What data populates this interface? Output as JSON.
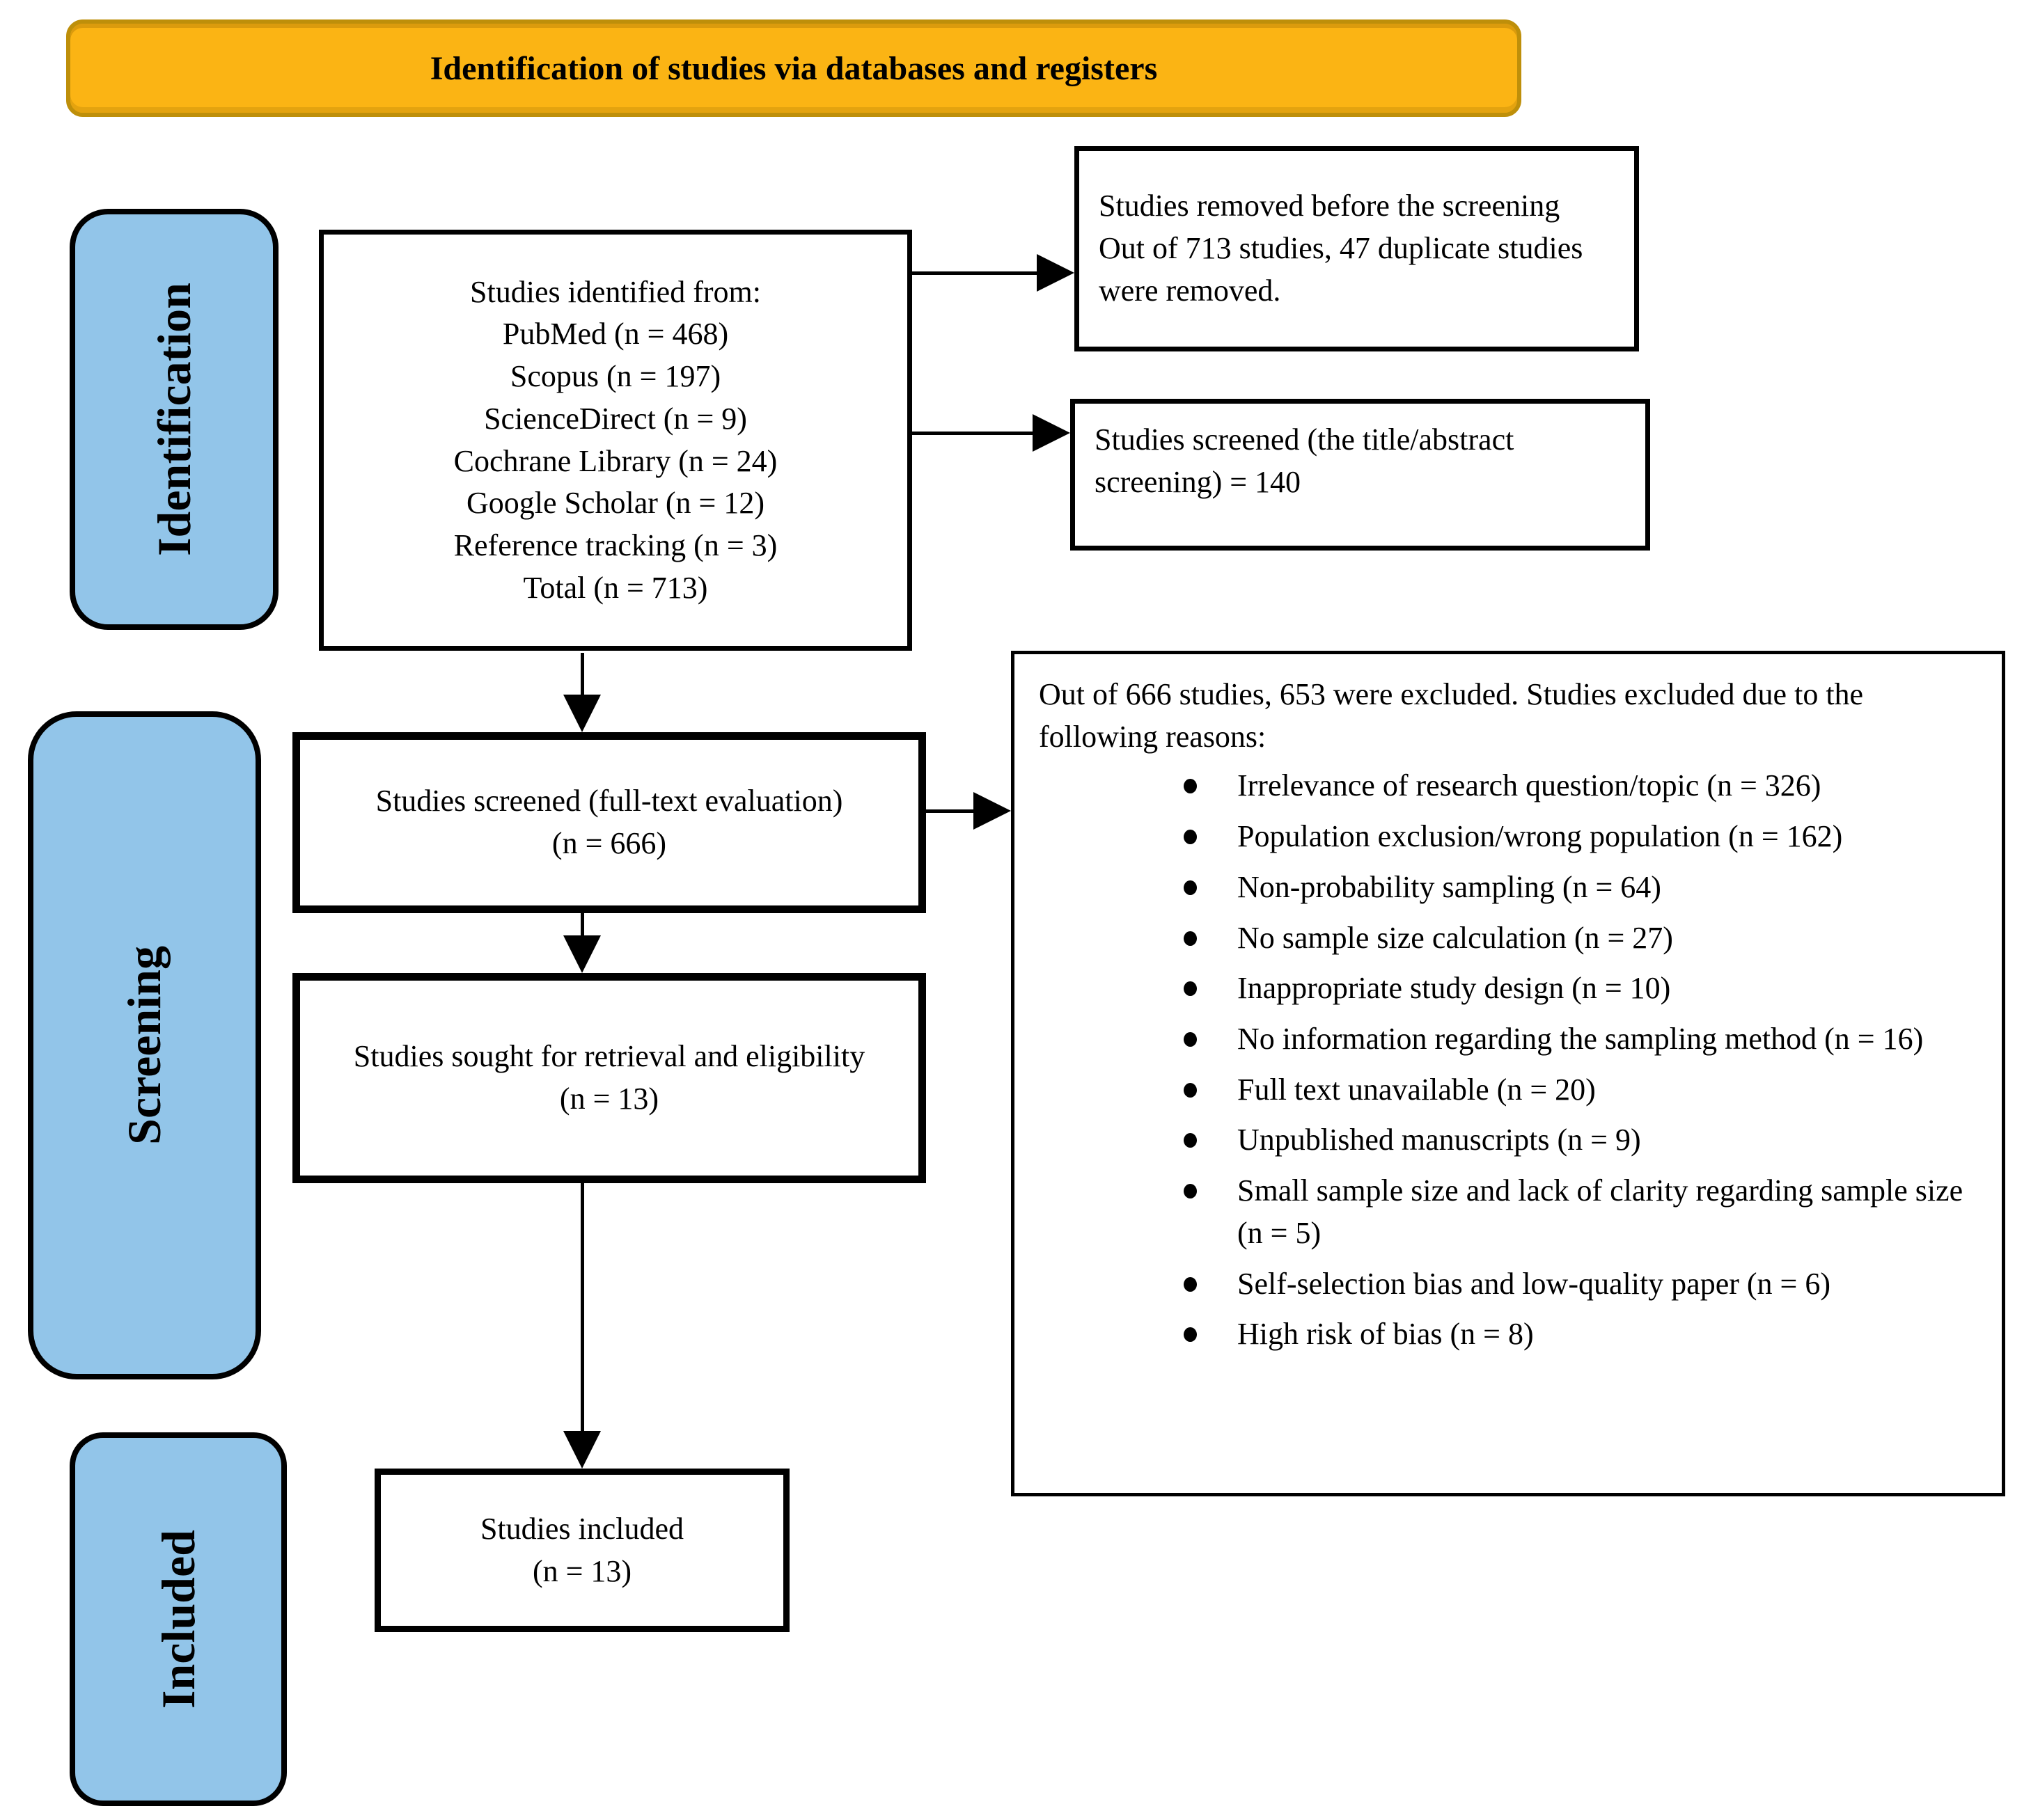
{
  "colors": {
    "banner_bg": "#FBB414",
    "banner_border": "#BE8F0A",
    "stage_bg": "#92C5E9",
    "line": "#000000"
  },
  "banner": {
    "title": "Identification of studies via databases and registers"
  },
  "stages": {
    "identification": "Identification",
    "screening": "Screening",
    "included": "Included"
  },
  "boxes": {
    "identified": {
      "lines": [
        "Studies identified from:",
        "PubMed (n = 468)",
        "Scopus (n = 197)",
        "ScienceDirect (n = 9)",
        "Cochrane Library (n = 24)",
        "Google Scholar (n = 12)",
        "Reference tracking (n = 3)",
        "Total (n = 713)"
      ]
    },
    "removed_before_screening": {
      "lines": [
        "Studies removed before the screening",
        "Out of 713 studies, 47 duplicate studies were removed."
      ]
    },
    "screened_title_abstract": {
      "lines": [
        "Studies screened (the title/abstract screening) = 140"
      ]
    },
    "screened_full_text": {
      "lines": [
        "Studies screened (full-text evaluation)",
        "(n = 666)"
      ]
    },
    "sought_retrieval": {
      "lines": [
        "Studies sought for retrieval and eligibility",
        "(n = 13)"
      ]
    },
    "included_studies": {
      "lines": [
        "Studies included",
        "(n = 13)"
      ]
    },
    "excluded": {
      "intro": "Out of 666 studies, 653 were excluded. Studies excluded due to the following reasons:",
      "reasons": [
        "Irrelevance of research question/topic (n = 326)",
        "Population exclusion/wrong population (n = 162)",
        "Non-probability sampling (n = 64)",
        "No sample size calculation (n = 27)",
        "Inappropriate study design (n = 10)",
        "No information regarding the sampling method (n = 16)",
        "Full text unavailable (n = 20)",
        "Unpublished manuscripts (n = 9)",
        "Small sample size and lack of clarity regarding sample size (n = 5)",
        "Self-selection bias and low-quality paper (n = 6)",
        "High risk of bias (n = 8)"
      ]
    }
  }
}
